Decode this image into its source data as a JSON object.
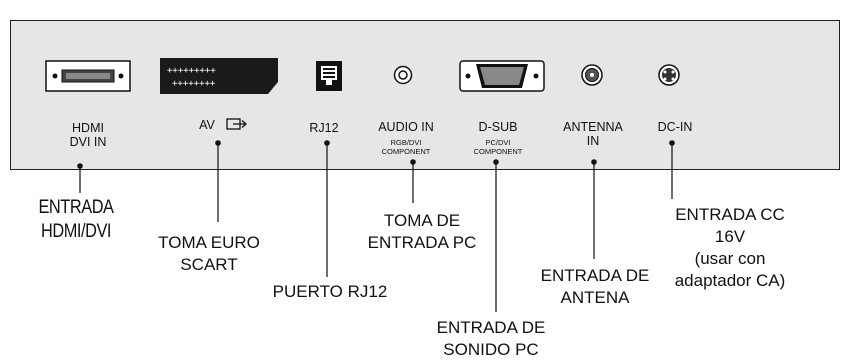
{
  "ports": [
    {
      "label": "HDMI\nDVI IN"
    },
    {
      "label": "AV"
    },
    {
      "label": "RJ12"
    },
    {
      "label": "AUDIO IN",
      "sub": "RGB/DVI\nCOMPONENT"
    },
    {
      "label": "D-SUB",
      "sub": "PC/DVI\nCOMPONENT"
    },
    {
      "label": "ANTENNA\nIN"
    },
    {
      "label": "DC-IN"
    }
  ],
  "callouts": {
    "hdmi": "ENTRADA\nHDMI/DVI",
    "scart": "TOMA EURO\nSCART",
    "rj12": "PUERTO RJ12",
    "pc_input": "TOMA DE\nENTRADA PC",
    "pc_sound": "ENTRADA DE\nSONIDO PC",
    "antenna": "ENTRADA DE\nANTENA",
    "dc": "ENTRADA CC 16V\n(usar con adaptador CA)"
  },
  "icons": [
    "hdmi-connector-icon",
    "scart-connector-icon",
    "rj12-jack-icon",
    "audio-jack-icon",
    "vga-connector-icon",
    "antenna-jack-icon",
    "dc-power-jack-icon",
    "av-input-arrow-icon"
  ]
}
